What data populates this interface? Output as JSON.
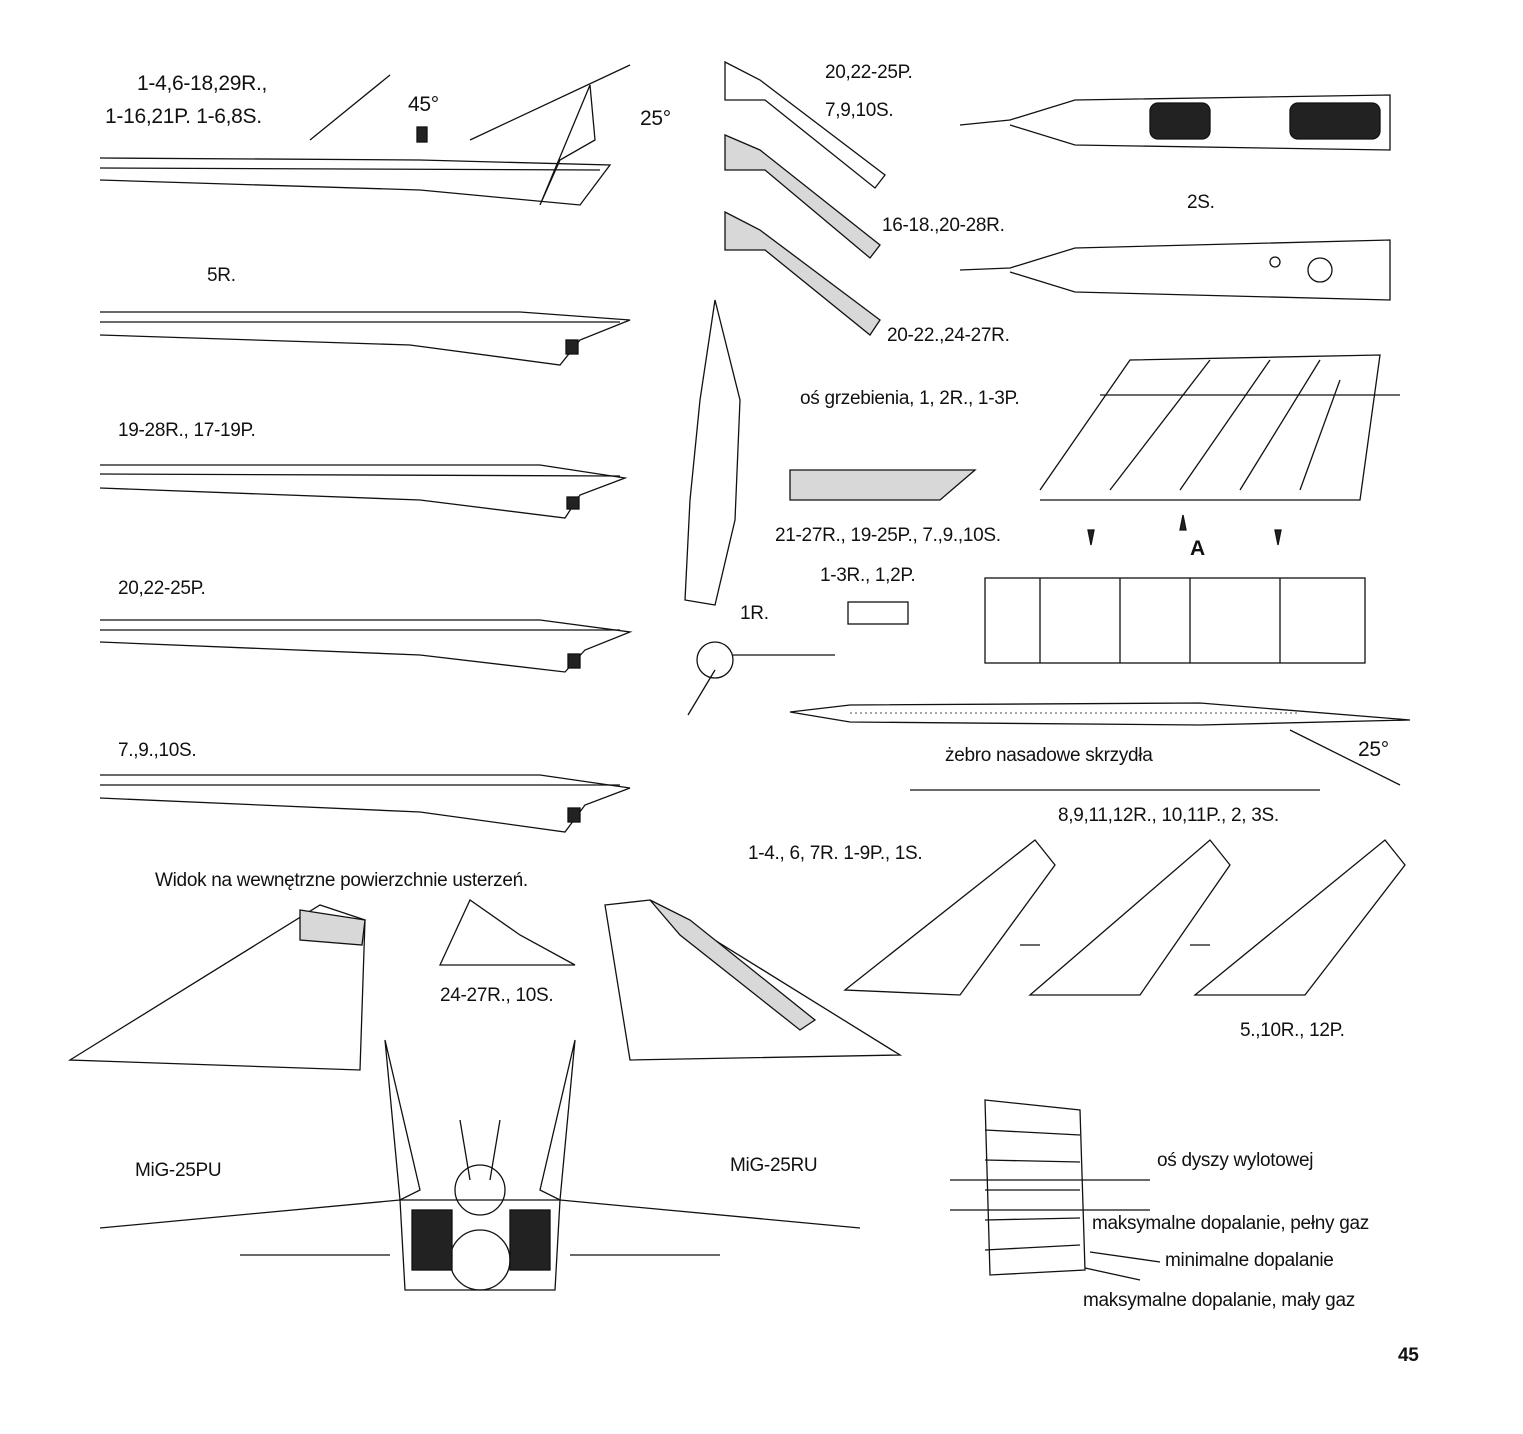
{
  "labels": {
    "fin_top_r": "1-4,6-18,29R.,",
    "fin_top_p": "1-16,21P. 1-6,8S.",
    "angle_45": "45°",
    "angle_25_top": "25°",
    "fin_5r": "5R.",
    "fin_19_28r": "19-28R., 17-19P.",
    "fin_20_22p": "20,22-25P.",
    "fin_7_9_10s": "7.,9.,10S.",
    "inner_view_caption": "Widok na wewnętrzne powierzchnie usterzeń.",
    "rudder_20_22p": "20,22-25P.",
    "rudder_7_9_10s": "7,9,10S.",
    "rudder_16_18r": "16-18.,20-28R.",
    "rudder_20_22r": "20-22.,24-27R.",
    "cockpit_2s": "2S.",
    "spine_axis": "oś grzebienia, 1, 2R., 1-3P.",
    "ventral_21_27r": "21-27R., 19-25P., 7.,9.,10S.",
    "view_a": "A",
    "ventral_1_3r": "1-3R., 1,2P.",
    "probe_1r": "1R.",
    "wing_root_rib": "żebro nasadowe skrzydła",
    "angle_25_wing": "25°",
    "stab_8_9r": "8,9,11,12R., 10,11P., 2, 3S.",
    "stab_1_4r": "1-4., 6, 7R.  1-9P., 1S.",
    "stab_5_10r": "5.,10R., 12P.",
    "fin_24_27r": "24-27R., 10S.",
    "mig_25pu": "MiG-25PU",
    "mig_25ru": "MiG-25RU",
    "nozzle_axis": "oś dyszy wylotowej",
    "nozzle_max_full": "maksymalne dopalanie, pełny gaz",
    "nozzle_min": "minimalne dopalanie",
    "nozzle_max_low": "maksymalne dopalanie, mały gaz",
    "page_number": "45"
  }
}
